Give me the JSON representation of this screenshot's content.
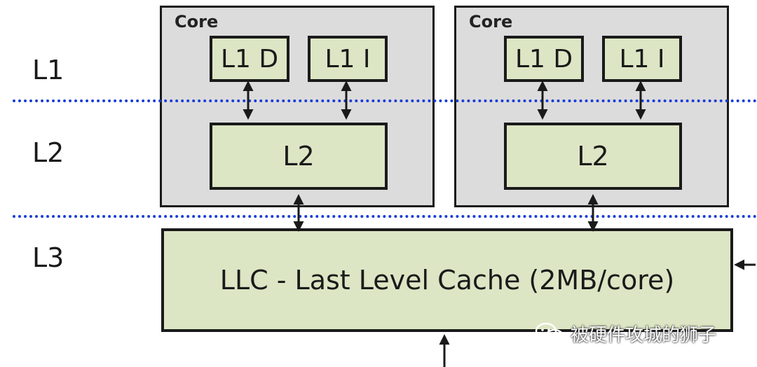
{
  "levels": {
    "l1": "L1",
    "l2": "L2",
    "l3": "L3"
  },
  "cores": [
    {
      "label": "Core",
      "l1d": "L1 D",
      "l1i": "L1 I",
      "l2": "L2"
    },
    {
      "label": "Core",
      "l1d": "L1 D",
      "l1i": "L1 I",
      "l2": "L2"
    }
  ],
  "llc": {
    "label": "LLC - Last Level Cache (2MB/core)"
  },
  "watermark": {
    "text": "被硬件攻城的狮子"
  },
  "colors": {
    "cache_fill": "#dce6c4",
    "core_fill": "#dcdcdc",
    "divider": "#1a3cd8"
  }
}
